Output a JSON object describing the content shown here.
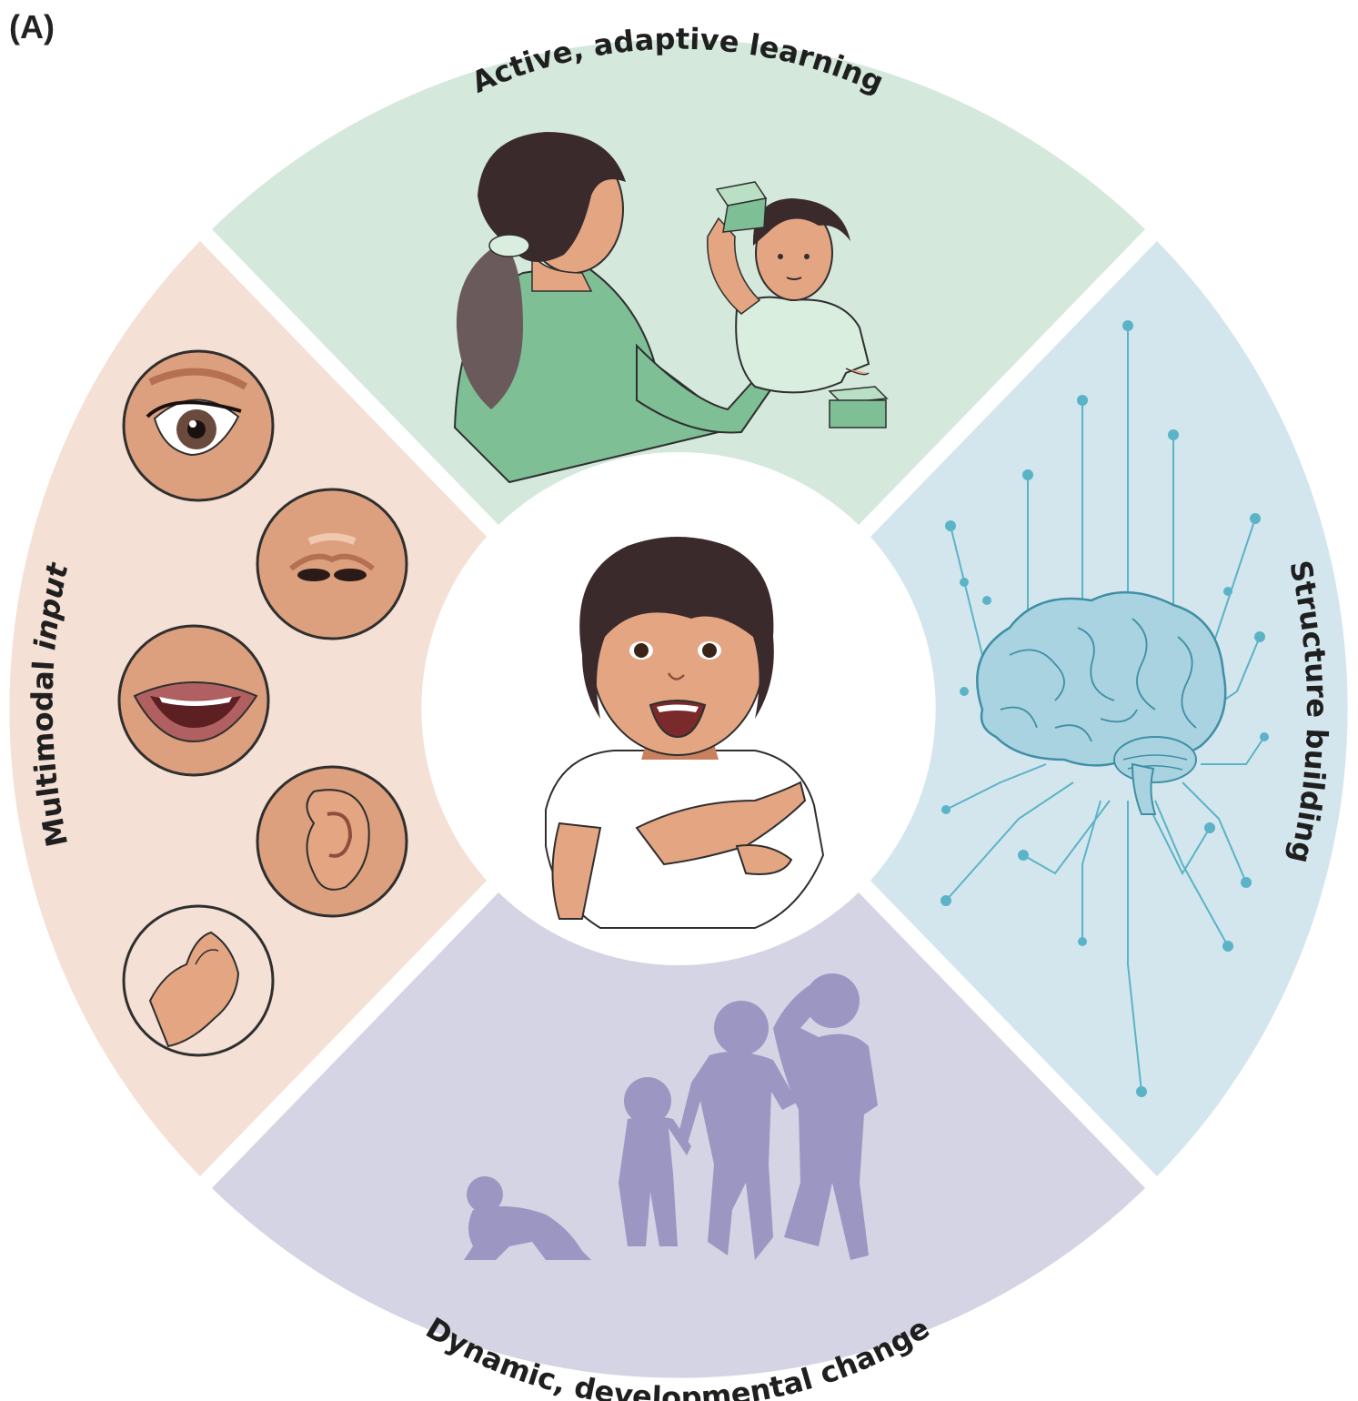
{
  "panel_label": "(A)",
  "segments": {
    "top": {
      "label": "Active, adaptive learning",
      "color": "#d4e8dc"
    },
    "right": {
      "label": "Structure building",
      "color": "#d3e6ed"
    },
    "bottom": {
      "label": "Dynamic, developmental change",
      "color": "#d5d4e4"
    },
    "left": {
      "label_main": "Multimodal ",
      "label_emph": "input",
      "color": "#f4e0d4"
    }
  },
  "colors": {
    "skin": "#e3a582",
    "skin_dark": "#c9805e",
    "hair": "#3a2a2c",
    "green": "#7fbf95",
    "green_light": "#b9dfc4",
    "circuit": "#5bb3c7",
    "brain": "#a9d3e0",
    "silhouette": "#9c96c2",
    "shirt": "#ffffff"
  },
  "icons": [
    "eye-icon",
    "nose-icon",
    "mouth-icon",
    "ear-icon",
    "hand-icon"
  ]
}
